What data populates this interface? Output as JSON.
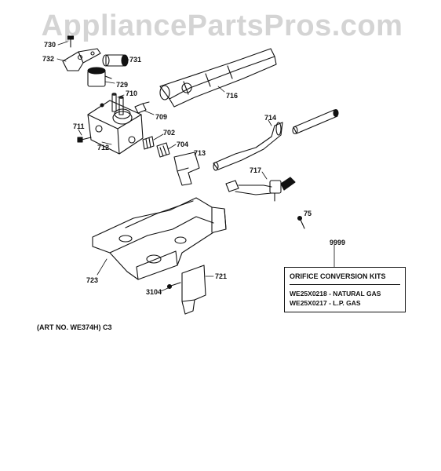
{
  "watermark": "AppliancePartsPros.com",
  "callouts": [
    {
      "id": "730",
      "label": "730",
      "kind": "screw"
    },
    {
      "id": "732",
      "label": "732",
      "kind": "bracket"
    },
    {
      "id": "731",
      "label": "731",
      "kind": "coil"
    },
    {
      "id": "729",
      "label": "729",
      "kind": "coil"
    },
    {
      "id": "710",
      "label": "710",
      "kind": "valve-stem"
    },
    {
      "id": "716",
      "label": "716",
      "kind": "burner-tube"
    },
    {
      "id": "709",
      "label": "709",
      "kind": "fitting"
    },
    {
      "id": "711",
      "label": "711",
      "kind": "screw"
    },
    {
      "id": "712",
      "label": "712",
      "kind": "gas-valve"
    },
    {
      "id": "702",
      "label": "702",
      "kind": "orifice"
    },
    {
      "id": "704",
      "label": "704",
      "kind": "fitting"
    },
    {
      "id": "714",
      "label": "714",
      "kind": "gas-pipe"
    },
    {
      "id": "713",
      "label": "713",
      "kind": "elbow"
    },
    {
      "id": "717",
      "label": "717",
      "kind": "igniter"
    },
    {
      "id": "75",
      "label": "75",
      "kind": "screw"
    },
    {
      "id": "9999",
      "label": "9999",
      "kind": "kit"
    },
    {
      "id": "723",
      "label": "723",
      "kind": "mounting-bracket"
    },
    {
      "id": "721",
      "label": "721",
      "kind": "shield"
    },
    {
      "id": "3104",
      "label": "3104",
      "kind": "screw"
    }
  ],
  "kit_box": {
    "title": "ORIFICE CONVERSION KITS",
    "rows": [
      {
        "part": "WE25X0218",
        "desc": "- NATURAL GAS"
      },
      {
        "part": "WE25X0217",
        "desc": "- L.P. GAS"
      }
    ]
  },
  "art_number": "(ART NO. WE374H) C3",
  "colors": {
    "line": "#111111",
    "watermark": "#d4d4d4",
    "background": "#ffffff"
  }
}
